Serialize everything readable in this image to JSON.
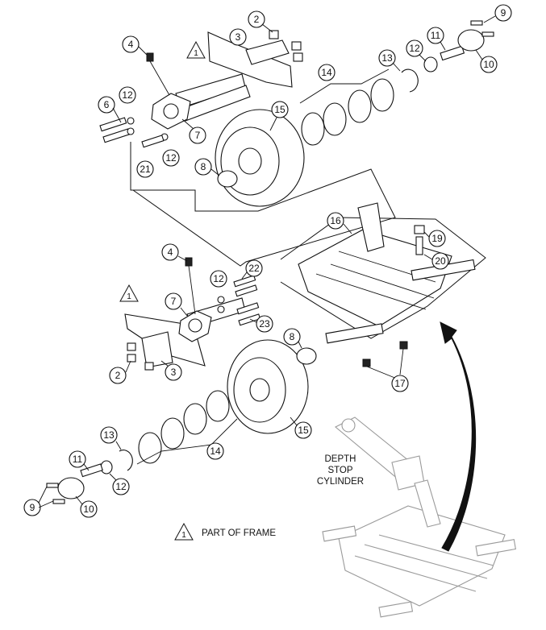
{
  "labels": {
    "depth_stop_line1": "DEPTH",
    "depth_stop_line2": "STOP",
    "depth_stop_line3": "CYLINDER",
    "note_symbol": "1",
    "note_text": "PART OF FRAME"
  },
  "callouts": {
    "top_2": "2",
    "top_3": "3",
    "top_4": "4",
    "top_6": "6",
    "top_7": "7",
    "top_8": "8",
    "top_9": "9",
    "top_10": "10",
    "top_11": "11",
    "top_12a": "12",
    "top_12b": "12",
    "top_12c": "12",
    "top_13": "13",
    "top_14": "14",
    "top_15": "15",
    "top_21": "21",
    "mid_16": "16",
    "mid_17": "17",
    "mid_19": "19",
    "mid_20": "20",
    "bot_2": "2",
    "bot_3": "3",
    "bot_4": "4",
    "bot_7": "7",
    "bot_8": "8",
    "bot_9": "9",
    "bot_10": "10",
    "bot_11": "11",
    "bot_12a": "12",
    "bot_12b": "12",
    "bot_13": "13",
    "bot_14": "14",
    "bot_15": "15",
    "bot_22": "22",
    "bot_23": "23",
    "tri_top": "1",
    "tri_bot": "1"
  },
  "colors": {
    "ink": "#111111",
    "ghost": "#9a9a9a",
    "background": "#ffffff"
  }
}
